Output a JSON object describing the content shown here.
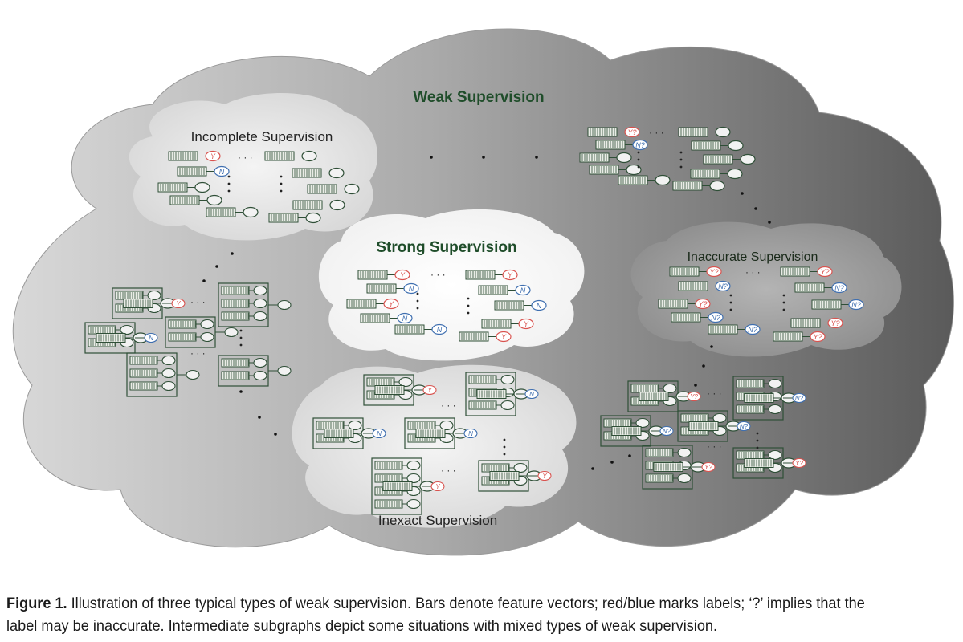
{
  "labels": {
    "weak": "Weak  Supervision",
    "incomplete": "Incomplete  Supervision",
    "strong": "Strong Supervision",
    "inaccurate": "Inaccurate  Supervision",
    "inexact": "Inexact Supervision"
  },
  "marks": {
    "y": "Y",
    "n": "N",
    "y_q": "Y?",
    "n_q": "N?",
    "ellipsis": "· · ·"
  },
  "caption": {
    "figure_label": "Figure 1.",
    "text": " Illustration of three typical types of weak supervision. Bars denote feature vectors; red/blue marks labels; ‘?’ implies that the label may be inaccurate. Intermediate subgraphs depict some situations with mixed types of weak supervision."
  },
  "colors": {
    "bar_stroke": "#2f4f37",
    "label_red": "#d9534f",
    "label_blue": "#3f6fb0",
    "title_green": "#1f4d2a"
  }
}
